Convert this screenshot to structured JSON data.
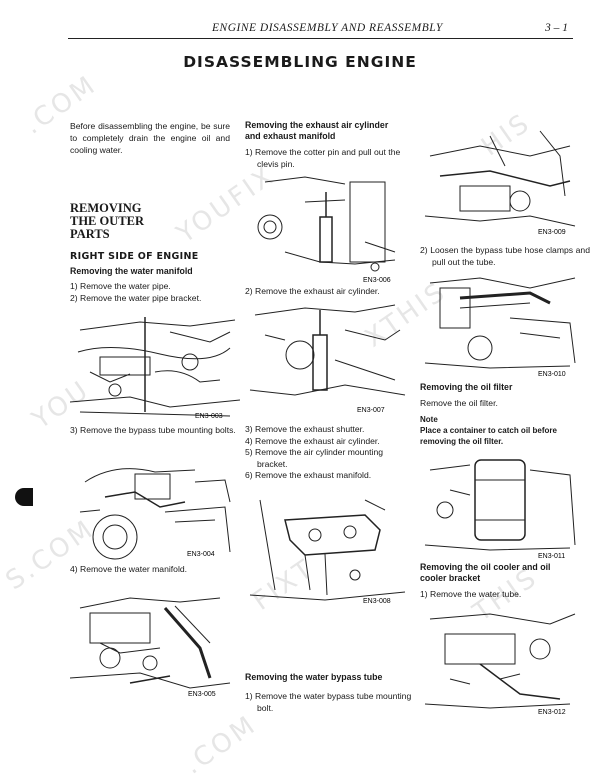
{
  "header": {
    "title": "ENGINE DISASSEMBLY AND REASSEMBLY",
    "page": "3 – 1"
  },
  "page_title": "DISASSEMBLING ENGINE",
  "intro": "Before disassembling the engine, be sure to completely drain the engine oil and cooling water.",
  "section": "REMOVING THE OUTER PARTS",
  "right_side": "RIGHT SIDE OF ENGINE",
  "water_manifold": {
    "head": "Removing the water manifold",
    "steps": [
      "1) Remove the water pipe.",
      "2) Remove the water pipe bracket."
    ]
  },
  "step_bypass_bolts": "3) Remove the bypass tube mounting bolts.",
  "step_water_manifold": "4) Remove the water manifold.",
  "exhaust": {
    "head": "Removing the exhaust air cylinder and exhaust manifold",
    "step1": "1) Remove the cotter pin and pull out the clevis pin.",
    "step2": "2) Remove the exhaust air cylinder.",
    "steps_rest": [
      "3) Remove the exhaust shutter.",
      "4) Remove the exhaust air cylinder.",
      "5) Remove the air cylinder mounting bracket.",
      "6) Remove the exhaust manifold."
    ]
  },
  "bypass": {
    "head": "Removing the water bypass tube",
    "step1": "1) Remove the water bypass tube mounting bolt."
  },
  "right_col": {
    "step_clamps": "2) Loosen the bypass tube hose clamps and pull out the tube.",
    "oil_filter_head": "Removing the oil filter",
    "oil_filter_text": "Remove the oil filter.",
    "note_head": "Note",
    "note_text": "Place a container to catch oil before removing the oil filter.",
    "cooler_head": "Removing the oil cooler and oil cooler bracket",
    "cooler_step1": "1) Remove the water tube."
  },
  "figures": {
    "en3_003": "EN3-003",
    "en3_004": "EN3-004",
    "en3_005": "EN3-005",
    "en3_006": "EN3-006",
    "en3_007": "EN3-007",
    "en3_008": "EN3-008",
    "en3_009": "EN3-009",
    "en3_010": "EN3-010",
    "en3_011": "EN3-011",
    "en3_012": "EN3-012"
  }
}
